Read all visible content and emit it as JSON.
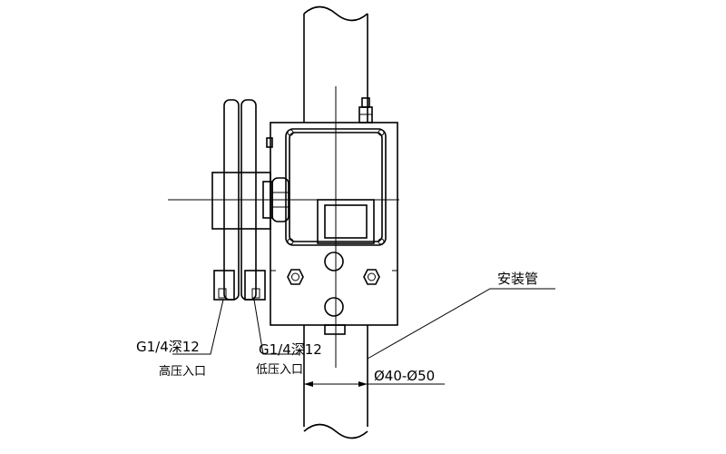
{
  "labels": {
    "install_pipe": "安装管",
    "high_port_spec": "G1/4深12",
    "high_port_name": "高压入口",
    "low_port_spec": "G1/4深12",
    "low_port_name": "低压入口",
    "pipe_diameter": "Ø40-Ø50"
  }
}
